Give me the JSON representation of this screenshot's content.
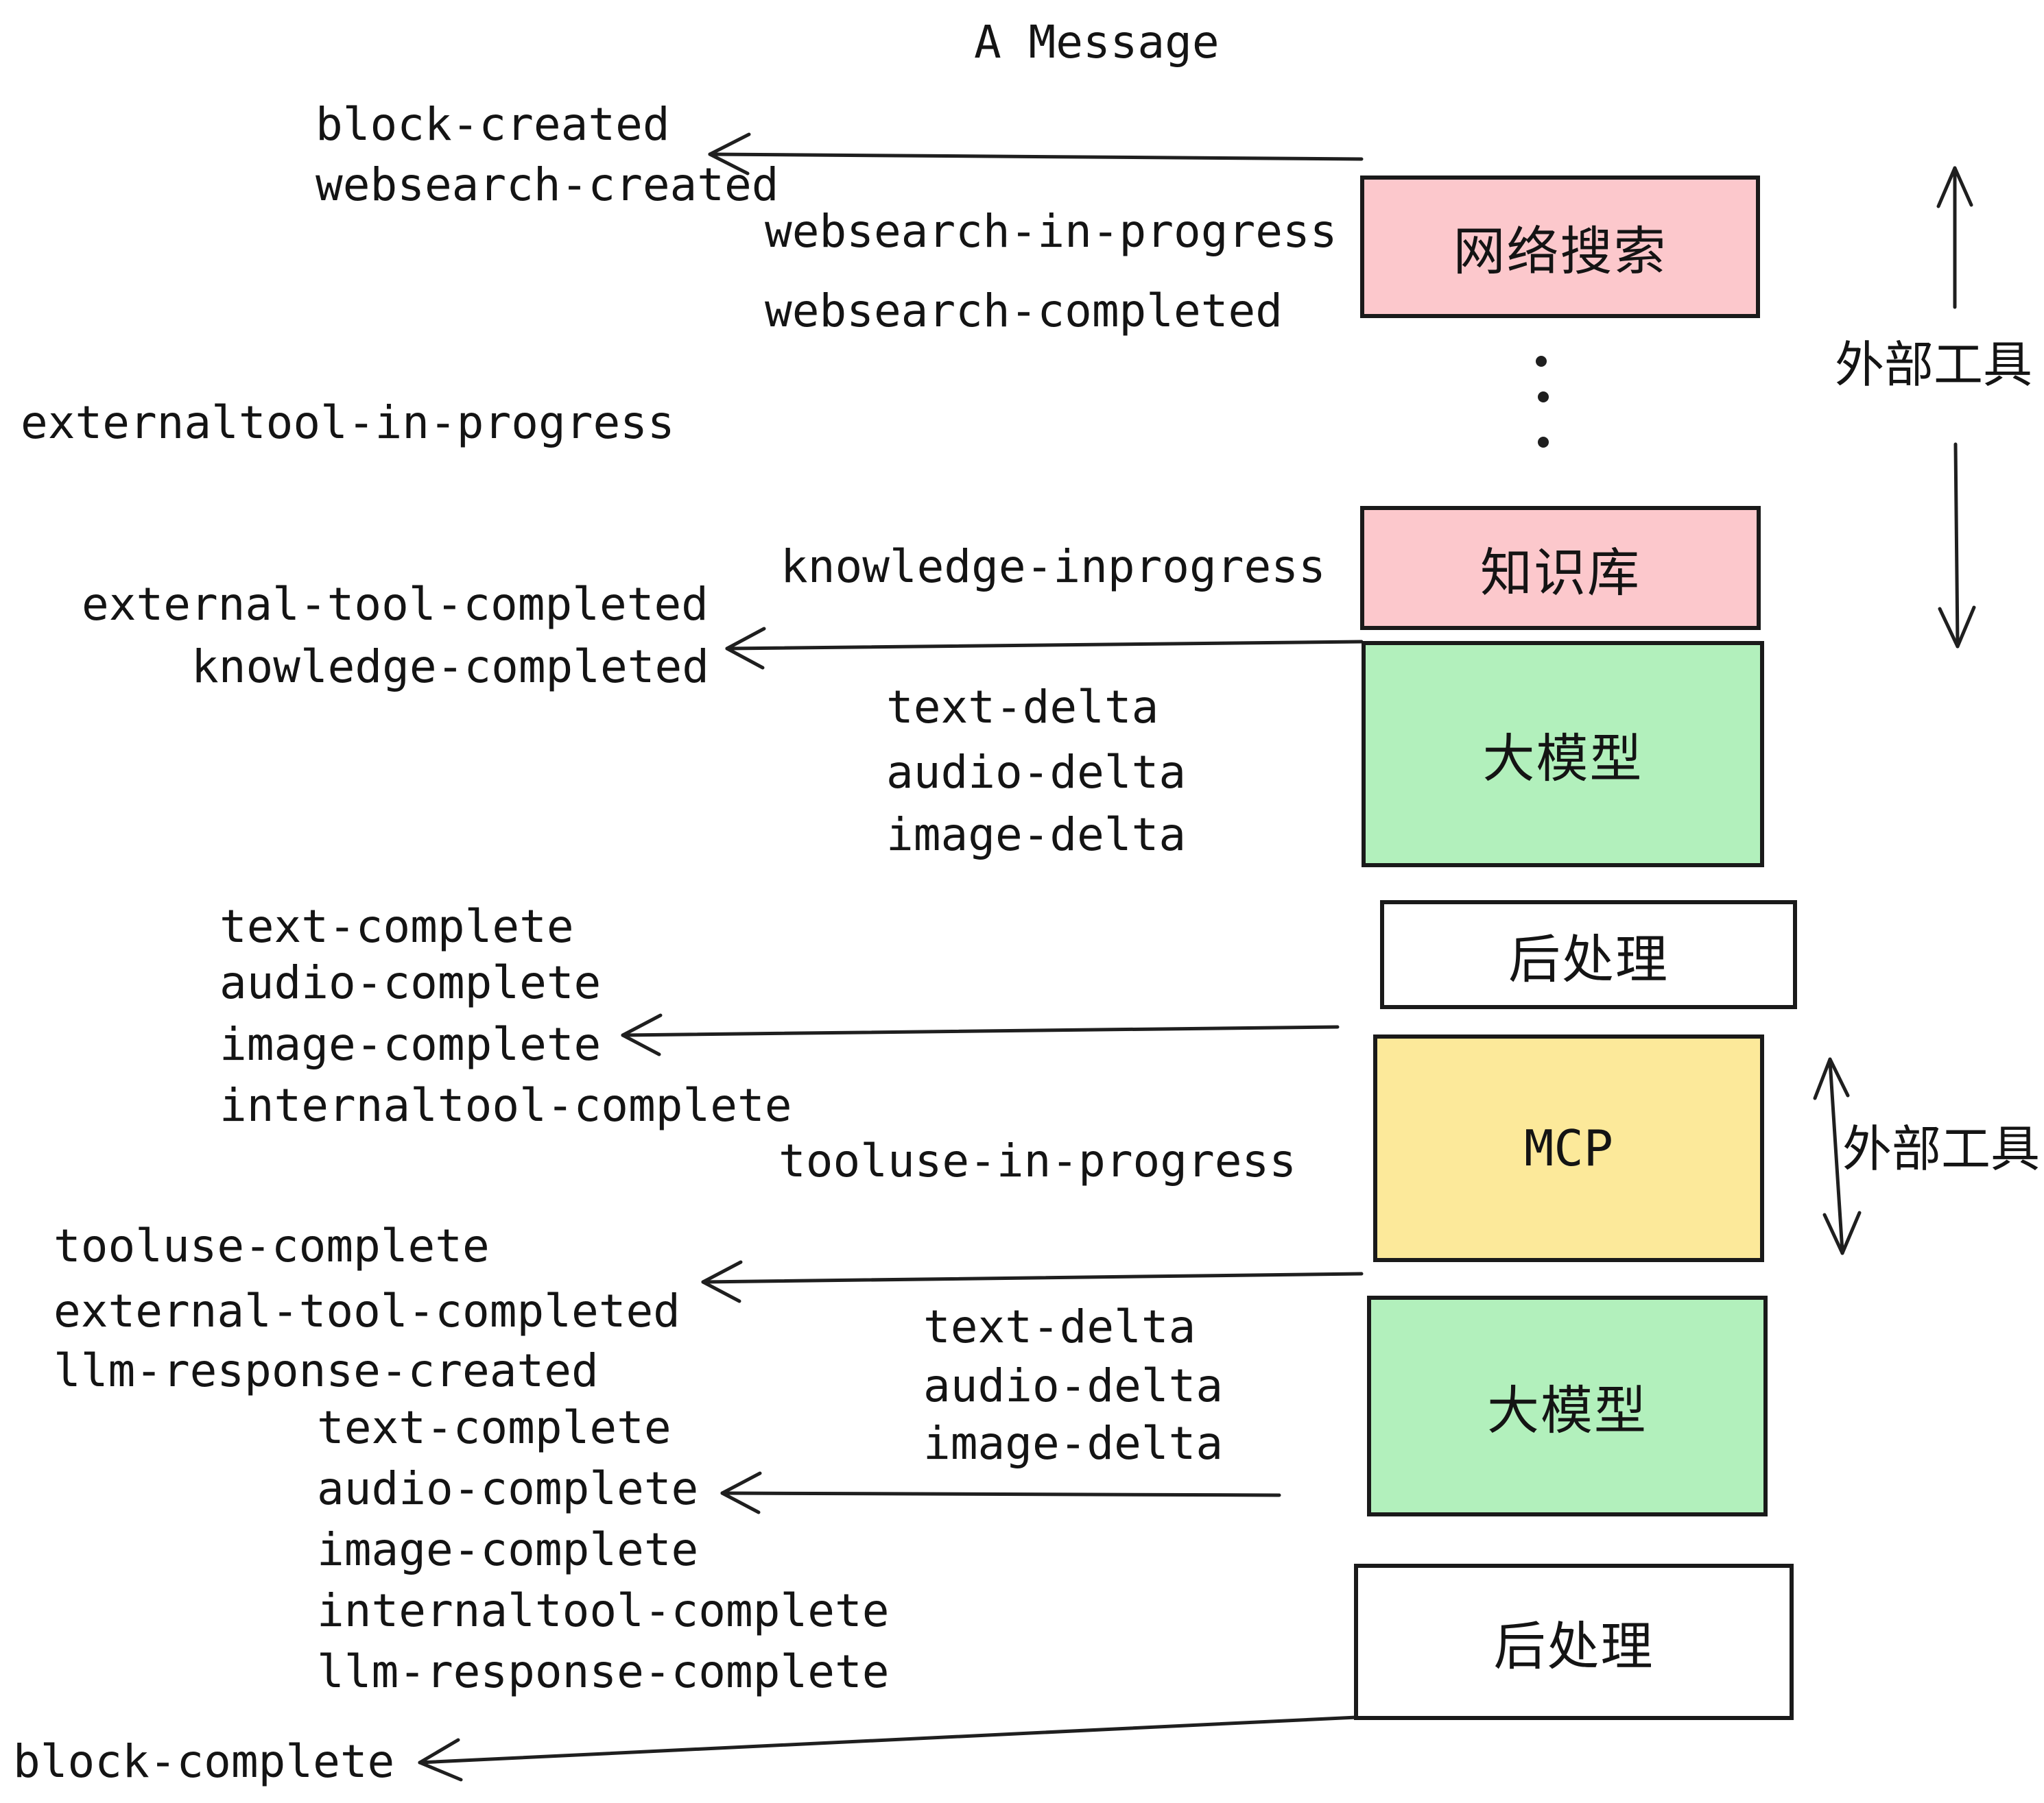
{
  "title": "A Message",
  "events": [
    "block-created",
    "websearch-created",
    "websearch-in-progress",
    "websearch-completed",
    "externaltool-in-progress",
    "knowledge-inprogress",
    "external-tool-completed",
    "knowledge-completed",
    "text-delta",
    "audio-delta",
    "image-delta",
    "text-complete",
    "audio-complete",
    "image-complete",
    "internaltool-complete",
    "tooluse-in-progress",
    "tooluse-complete",
    "external-tool-completed",
    "llm-response-created",
    "text-delta",
    "audio-delta",
    "image-delta",
    "text-complete",
    "audio-complete",
    "image-complete",
    "internaltool-complete",
    "llm-response-complete",
    "block-complete"
  ],
  "boxes": [
    {
      "label": "网络搜索",
      "fill": "#FCC8CC"
    },
    {
      "label": "知识库",
      "fill": "#FCC8CC"
    },
    {
      "label": "大模型",
      "fill": "#B2F0BC"
    },
    {
      "label": "后处理",
      "fill": "#FFFFFF"
    },
    {
      "label": "MCP",
      "fill": "#FCE99A"
    },
    {
      "label": "大模型",
      "fill": "#B2F0BC"
    },
    {
      "label": "后处理",
      "fill": "#FFFFFF"
    }
  ],
  "annotations": [
    {
      "label": "外部工具"
    },
    {
      "label": "外部工具"
    }
  ],
  "colors": {
    "box_border": "#1a1a1a",
    "line": "#1f1f1f",
    "text": "#141414",
    "pink": "#FCC8CC",
    "green": "#B2F0BC",
    "yellow": "#FCE99A",
    "white": "#FFFFFF"
  }
}
